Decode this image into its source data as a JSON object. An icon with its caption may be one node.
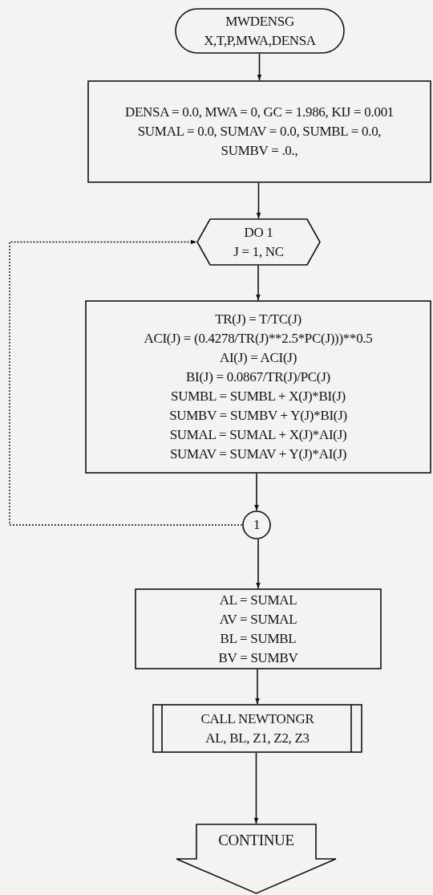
{
  "diagram": {
    "nodes": [
      {
        "text": [
          "MWDENSG",
          "X,T,P,MWA,DENSA"
        ]
      },
      {
        "text": [
          "DENSA = 0.0, MWA = 0, GC = 1.986, KIJ = 0.001",
          "SUMAL = 0.0, SUMAV = 0.0, SUMBL = 0.0,",
          "SUMBV = .0.,"
        ]
      },
      {
        "text": [
          "DO 1",
          "J = 1, NC"
        ]
      },
      {
        "text": [
          "TR(J) = T/TC(J)",
          "ACI(J) = (0.4278/TR(J)**2.5*PC(J)))**0.5",
          "AI(J) = ACI(J)",
          "BI(J) = 0.0867/TR(J)/PC(J)",
          "SUMBL = SUMBL + X(J)*BI(J)",
          "SUMBV = SUMBV + Y(J)*BI(J)",
          "SUMAL = SUMAL + X(J)*AI(J)",
          "SUMAV = SUMAV + Y(J)*AI(J)"
        ]
      },
      {
        "text": [
          "1"
        ]
      },
      {
        "text": [
          "AL = SUMAL",
          "AV = SUMAL",
          "BL = SUMBL",
          "BV = SUMBV"
        ]
      },
      {
        "text": [
          "CALL NEWTONGR",
          "AL, BL, Z1, Z2, Z3"
        ]
      },
      {
        "text": [
          "CONTINUE"
        ]
      }
    ],
    "edges": [
      {
        "from": 0,
        "to": 1,
        "arrow": "to"
      },
      {
        "from": 1,
        "to": 2,
        "arrow": "to"
      },
      {
        "from": 2,
        "to": 3,
        "arrow": "to"
      },
      {
        "from": 3,
        "to": 4,
        "arrow": "to"
      },
      {
        "from": 4,
        "to": 5,
        "arrow": "to"
      },
      {
        "from": 5,
        "to": 6,
        "arrow": "to"
      },
      {
        "from": 6,
        "to": 7,
        "arrow": "to"
      },
      {
        "from": 4,
        "to": 2,
        "arrow": "to",
        "style": "dashed"
      }
    ]
  }
}
